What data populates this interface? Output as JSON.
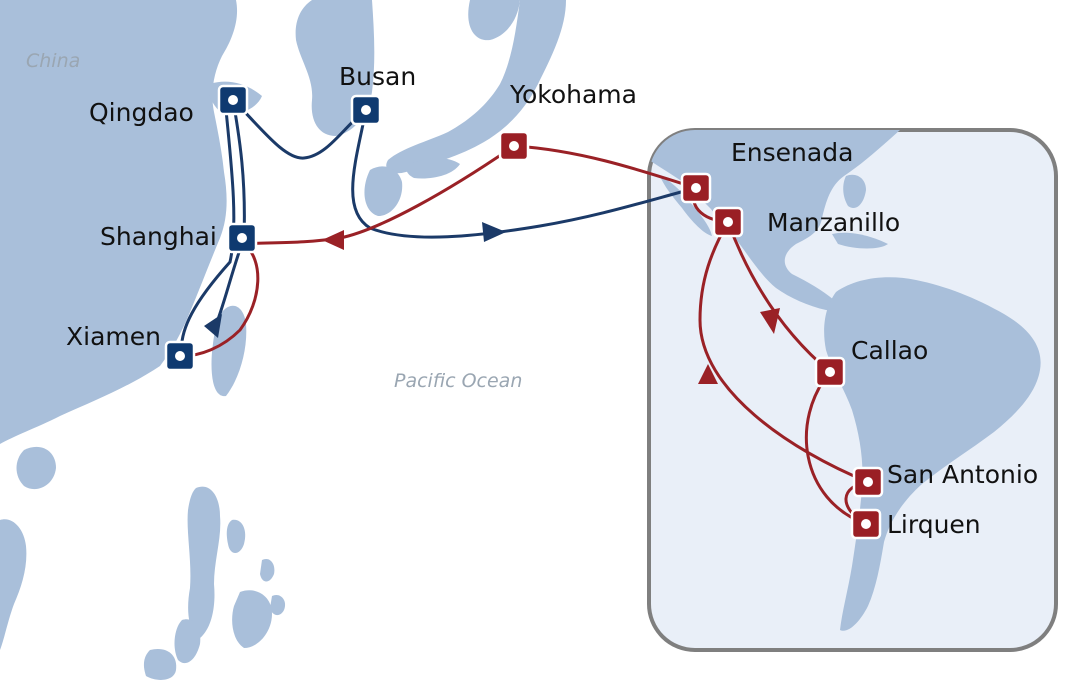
{
  "colors": {
    "land": "#a9bfda",
    "sea": "#ffffff",
    "inset_fill": "#e9eff8",
    "inset_border": "#7f7f7f",
    "route_blue": "#1b3a68",
    "route_red": "#9a2126",
    "port_blue": "#0f3a70",
    "port_red": "#9a1f25"
  },
  "regions": {
    "china": "China",
    "pacific": "Pacific  Ocean"
  },
  "ports": {
    "qingdao": "Qingdao",
    "busan": "Busan",
    "yokohama": "Yokohama",
    "shanghai": "Shanghai",
    "xiamen": "Xiamen",
    "ensenada": "Ensenada",
    "manzanillo": "Manzanillo",
    "callao": "Callao",
    "san_antonio": "San Antonio",
    "lirquen": "Lirquen"
  },
  "icons": {
    "port_marker": "port-marker-icon",
    "route_arrow": "route-arrow-icon"
  }
}
